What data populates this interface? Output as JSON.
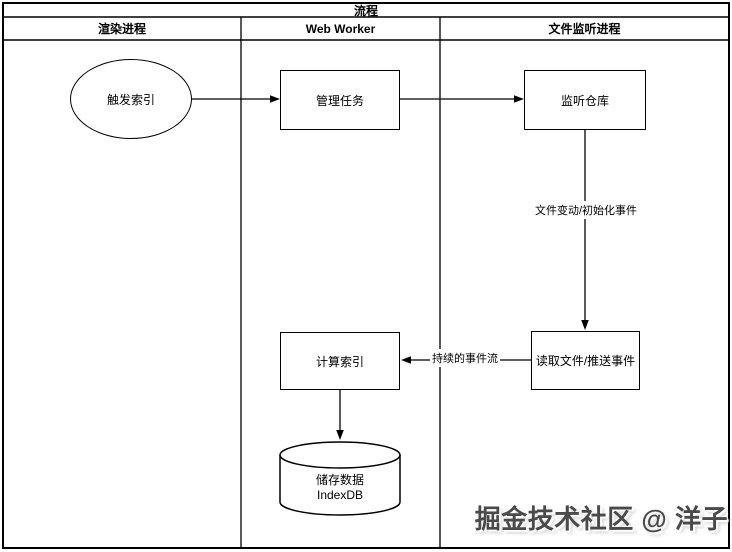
{
  "diagram": {
    "title": "流程",
    "lanes": [
      {
        "label": "渲染进程"
      },
      {
        "label": "Web Worker"
      },
      {
        "label": "文件监听进程"
      }
    ],
    "nodes": {
      "trigger_index": "触发索引",
      "manage_tasks": "管理任务",
      "watch_repo": "监听仓库",
      "compute_index": "计算索引",
      "read_push_events": "读取文件/推送事件",
      "store_data_line1": "储存数据",
      "store_data_line2": "IndexDB"
    },
    "edge_labels": {
      "file_change_events": "文件变动/初始化事件",
      "continuous_event_stream": "持续的事件流"
    },
    "colors": {
      "line": "#000000",
      "background": "#ffffff",
      "watermark_text": "#4a4a4a"
    }
  },
  "watermark": {
    "text": "掘金技术社区 @ 洋子"
  }
}
